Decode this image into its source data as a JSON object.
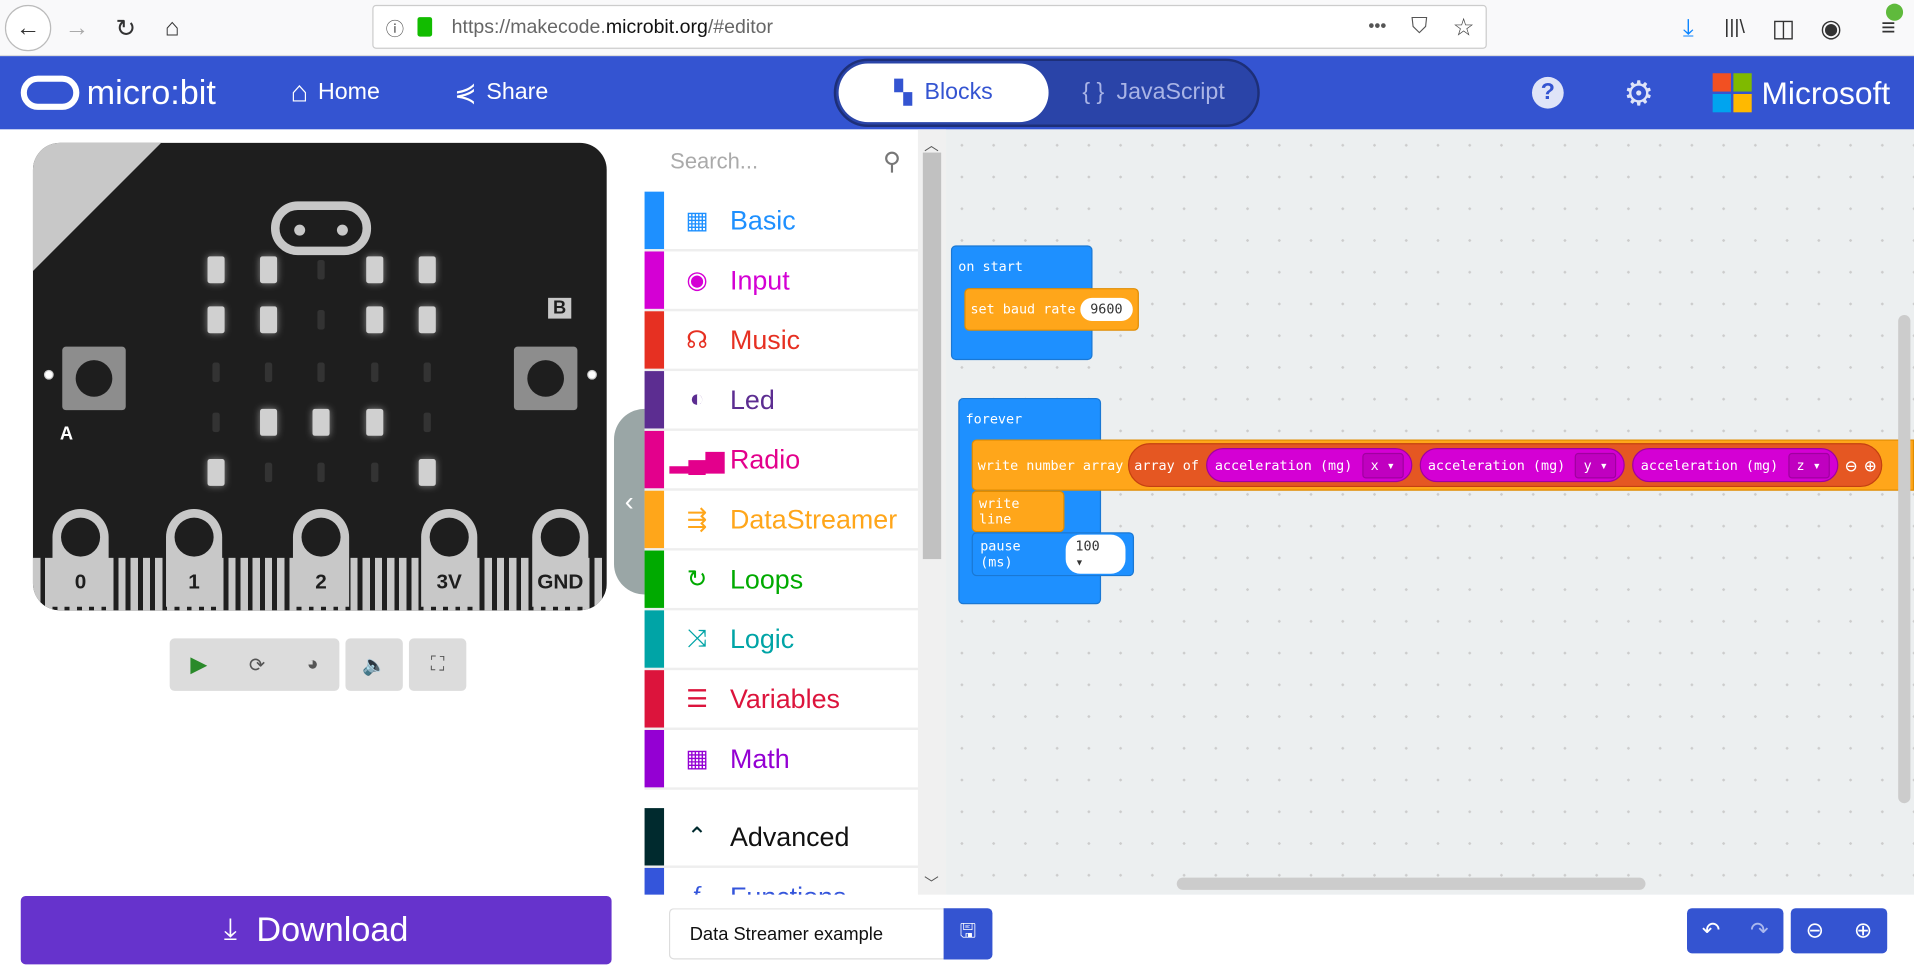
{
  "browser": {
    "url_prefix": "https://makecode.",
    "url_domain": "microbit.org",
    "url_suffix": "/#editor",
    "more": "•••"
  },
  "header": {
    "logo": "micro:bit",
    "home": "Home",
    "share": "Share",
    "tab_blocks": "Blocks",
    "tab_js": "JavaScript",
    "microsoft": "Microsoft",
    "brand_color": "#3454d1"
  },
  "simulator": {
    "pins": [
      "0",
      "1",
      "2",
      "3V",
      "GND"
    ],
    "button_a": "A",
    "button_b": "B",
    "leds": [
      [
        1,
        1,
        0,
        1,
        1
      ],
      [
        1,
        1,
        0,
        1,
        1
      ],
      [
        0,
        0,
        0,
        0,
        0
      ],
      [
        0,
        1,
        1,
        1,
        0
      ],
      [
        1,
        0,
        0,
        0,
        1
      ]
    ]
  },
  "toolbox": {
    "search_placeholder": "Search...",
    "categories": [
      {
        "label": "Basic",
        "color": "#1e90ff",
        "icon": "grid-icon"
      },
      {
        "label": "Input",
        "color": "#d400d4",
        "icon": "target-icon"
      },
      {
        "label": "Music",
        "color": "#e63022",
        "icon": "headphones-icon"
      },
      {
        "label": "Led",
        "color": "#5c2d91",
        "icon": "toggle-icon"
      },
      {
        "label": "Radio",
        "color": "#e3008c",
        "icon": "signal-icon"
      },
      {
        "label": "DataStreamer",
        "color": "#ffa61a",
        "icon": "usb-icon"
      },
      {
        "label": "Loops",
        "color": "#00aa00",
        "icon": "loop-icon"
      },
      {
        "label": "Logic",
        "color": "#00a4a6",
        "icon": "shuffle-icon"
      },
      {
        "label": "Variables",
        "color": "#dc143c",
        "icon": "lines-icon"
      },
      {
        "label": "Math",
        "color": "#9400d3",
        "icon": "calculator-icon"
      },
      {
        "label": "Advanced",
        "color": "#002a2e",
        "icon": "chevron-up-icon"
      },
      {
        "label": "Functions",
        "color": "#3455db",
        "icon": "function-icon"
      }
    ]
  },
  "workspace": {
    "on_start": "on start",
    "set_baud": "set baud rate",
    "baud_value": "9600",
    "forever": "forever",
    "write_array": "write number array",
    "array_of": "array of",
    "acc_label": "acceleration (mg)",
    "axes": [
      "x",
      "y",
      "z"
    ],
    "write_line": "write line",
    "pause": "pause (ms)",
    "pause_value": "100"
  },
  "footer": {
    "download": "Download",
    "project_name": "Data Streamer example"
  }
}
